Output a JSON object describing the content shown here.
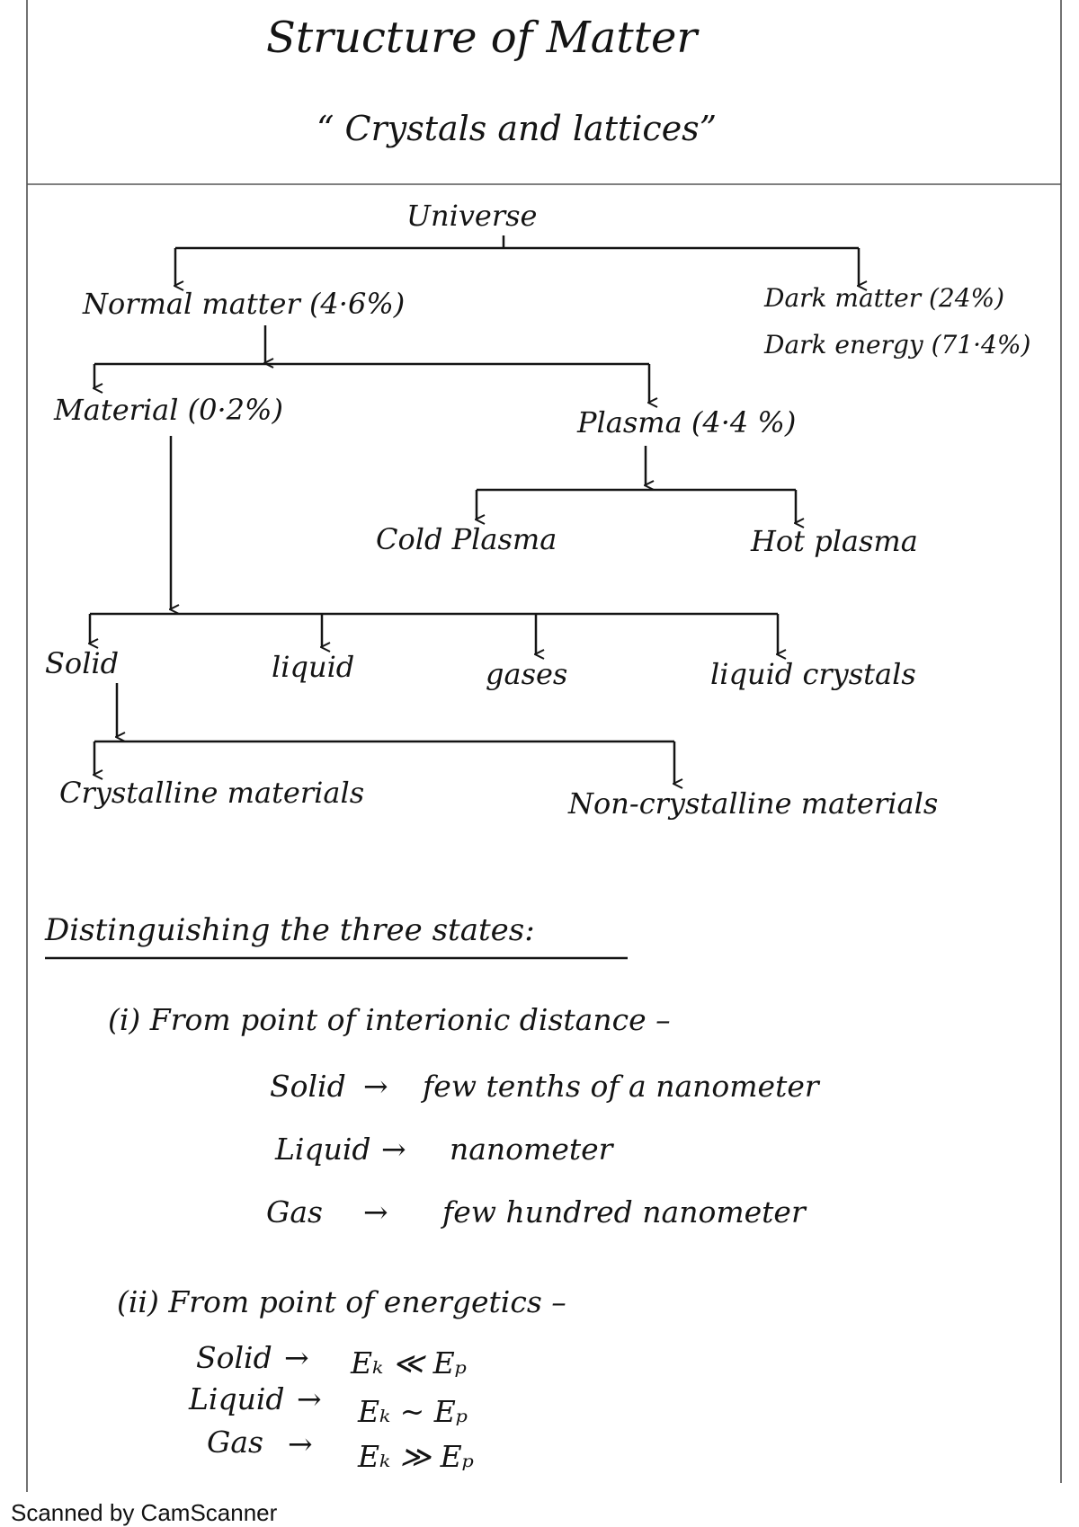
{
  "header": {
    "title": "Structure of Matter",
    "subtitle": "“ Crystals and lattices”"
  },
  "tree": {
    "universe": "Universe",
    "normal_matter": "Normal matter (4·6%)",
    "dark_matter": "Dark matter (24%)",
    "dark_energy": "Dark energy (71·4%)",
    "material": "Material (0·2%)",
    "plasma": "Plasma (4·4 %)",
    "cold_plasma": "Cold Plasma",
    "hot_plasma": "Hot plasma",
    "solid": "Solid",
    "liquid": "liquid",
    "gases": "gases",
    "liquid_crystals": "liquid crystals",
    "crystalline": "Crystalline materials",
    "non_crystalline": "Non-crystalline materials"
  },
  "section": {
    "heading": "Distinguishing the three states:",
    "point1": {
      "label": "(i) From point of interionic distance –",
      "rows": [
        {
          "state": "Solid",
          "arrow": "→",
          "value": "few tenths of a nanometer"
        },
        {
          "state": "Liquid",
          "arrow": "→",
          "value": "nanometer"
        },
        {
          "state": "Gas",
          "arrow": "→",
          "value": "few hundred nanometer"
        }
      ]
    },
    "point2": {
      "label": "(ii) From point of energetics –",
      "rows": [
        {
          "state": "Solid",
          "arrow": "→",
          "value": "Eₖ ≪ Eₚ"
        },
        {
          "state": "Liquid",
          "arrow": "→",
          "value": "Eₖ ~ Eₚ"
        },
        {
          "state": "Gas",
          "arrow": "→",
          "value": "Eₖ ≫ Eₚ"
        }
      ]
    }
  },
  "footer": {
    "scanner": "Scanned by CamScanner"
  },
  "colors": {
    "ink": "#141414",
    "paper": "#ffffff"
  }
}
